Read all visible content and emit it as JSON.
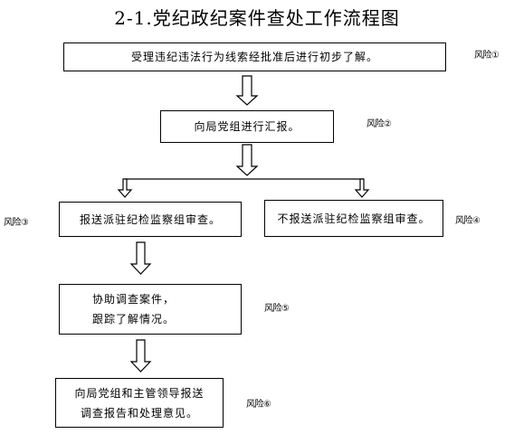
{
  "title": "2-1.党纪政纪案件查处工作流程图",
  "steps": [
    {
      "text": "受理违纪违法行为线索经批准后进行初步了解。",
      "risk": "风险①"
    },
    {
      "text": "向局党组进行汇报。",
      "risk": "风险②"
    },
    {
      "text": "报送派驻纪检监察组审查。",
      "risk": "风险③"
    },
    {
      "text": "不报送派驻纪检监察组审查。",
      "risk": "风险④"
    },
    {
      "text": "协助调查案件，\n跟踪了解情况。",
      "risk": "风险⑤"
    },
    {
      "text": "向局党组和主管领导报送\n调查报告和处理意见。",
      "risk": "风险⑥"
    }
  ]
}
